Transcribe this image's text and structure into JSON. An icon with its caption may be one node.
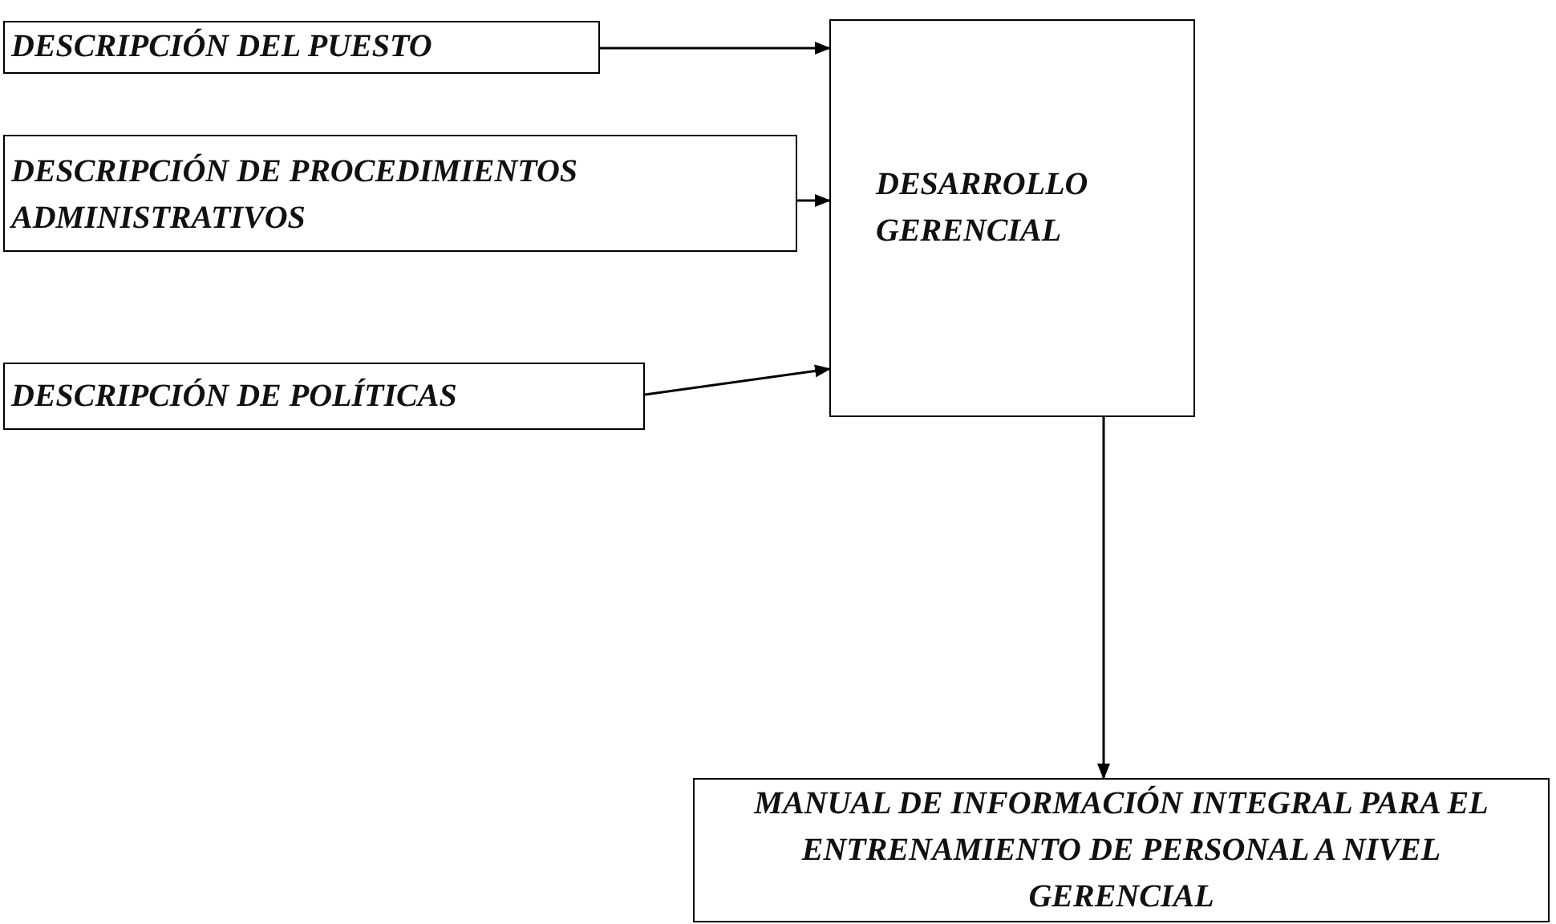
{
  "diagram": {
    "nodes": [
      {
        "text": [
          "DESCRIPCIÓN DEL PUESTO"
        ]
      },
      {
        "text": [
          "DESCRIPCIÓN DE PROCEDIMIENTOS ADMINISTRATIVOS"
        ]
      },
      {
        "text": [
          "DESCRIPCIÓN DE POLÍTICAS"
        ]
      },
      {
        "text": [
          "DESARROLLO GERENCIAL"
        ]
      },
      {
        "text": [
          "MANUAL DE INFORMACIÓN INTEGRAL PARA EL ENTRENAMIENTO DE PERSONAL A NIVEL GERENCIAL"
        ]
      }
    ],
    "edges": [
      {
        "from": 0,
        "to": 3,
        "arrow": "to"
      },
      {
        "from": 1,
        "to": 3,
        "arrow": "to"
      },
      {
        "from": 2,
        "to": 3,
        "arrow": "to"
      },
      {
        "from": 3,
        "to": 4,
        "arrow": "to"
      }
    ]
  }
}
